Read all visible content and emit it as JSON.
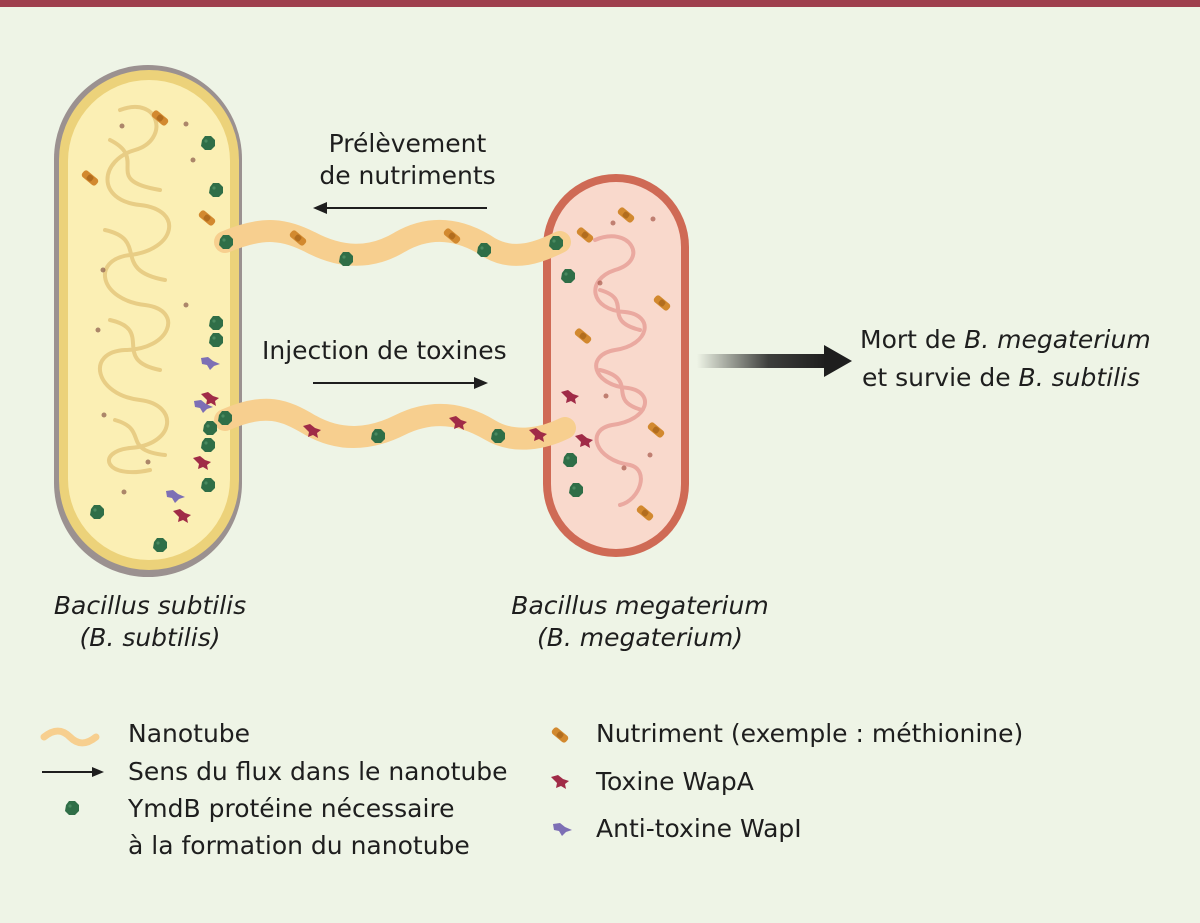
{
  "labels": {
    "uptake": [
      "Prélèvement",
      "de nutriments"
    ],
    "injection": "Injection de toxines",
    "outcome_line1": {
      "prefix": "Mort de ",
      "italic": "B. megaterium"
    },
    "outcome_line2": {
      "prefix": "et survie de ",
      "italic": "B. subtilis"
    },
    "left_cell": [
      "Bacillus subtilis",
      "(B. subtilis)"
    ],
    "right_cell": [
      "Bacillus megaterium",
      "(B. megaterium)"
    ]
  },
  "legend": {
    "nanotube": "Nanotube",
    "flow": "Sens du flux dans le nanotube",
    "ymdb": [
      "YmdB protéine nécessaire",
      "à la formation du nanotube"
    ],
    "nutrient": "Nutriment (exemple : méthionine)",
    "toxin": "Toxine WapA",
    "antitoxin": "Anti-toxine WapI"
  },
  "colors": {
    "top_rule": "#9e3f4d",
    "background": "#eef4e6",
    "subtilis_fill": "#fbefb4",
    "subtilis_border": "#ecd27a",
    "megaterium_fill": "#f9d9cc",
    "megaterium_border": "#cf6a55",
    "nanotube": "#f7cf8f",
    "ymdb": "#2f6e47",
    "nutrient": "#d2892f",
    "toxin": "#a02b47",
    "antitoxin": "#7d6fb5"
  },
  "icons": [
    "nanotube-icon",
    "arrow-icon",
    "ymdb-protein-icon",
    "nutrient-icon",
    "toxin-icon",
    "antitoxin-icon"
  ]
}
